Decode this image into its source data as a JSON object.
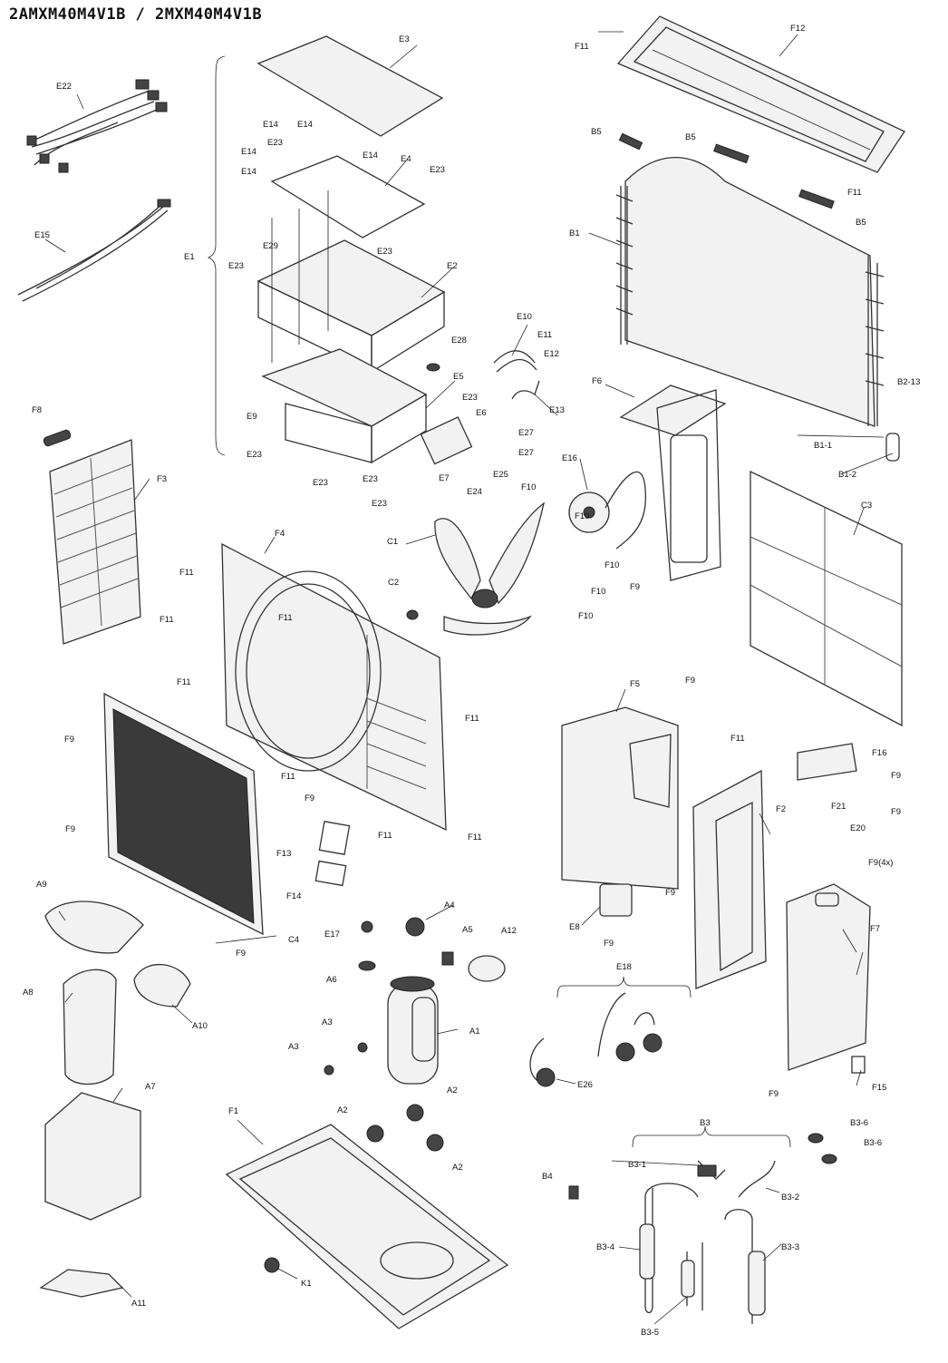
{
  "title": "2AMXM40M4V1B / 2MXM40M4V1B",
  "parts": [
    "E22",
    "E15",
    "E1",
    "E3",
    "E14",
    "E14",
    "E23",
    "E14",
    "E14",
    "E14",
    "E4",
    "E23",
    "E29",
    "E23",
    "E23",
    "E2",
    "E9",
    "E23",
    "E23",
    "E23",
    "E5",
    "E28",
    "E10",
    "E11",
    "E12",
    "E13",
    "E6",
    "E27",
    "E27",
    "E25",
    "E23",
    "E7",
    "E24",
    "E23",
    "E16",
    "F11",
    "F12",
    "B5",
    "B5",
    "F11",
    "B5",
    "B1",
    "B2-13",
    "B1-1",
    "B1-2",
    "F6",
    "F8",
    "F3",
    "F11",
    "F11",
    "F4",
    "F11",
    "F11",
    "C1",
    "C2",
    "F10",
    "F10",
    "F10",
    "F10",
    "F10",
    "F9",
    "C3",
    "F9",
    "F11",
    "F11",
    "F11",
    "F9",
    "F9",
    "F13",
    "F14",
    "F11",
    "C4",
    "F9",
    "F5",
    "F9",
    "F11",
    "F16",
    "F9",
    "F9",
    "F2",
    "F21",
    "E20",
    "F9(4x)",
    "A9",
    "A8",
    "A10",
    "E17",
    "A4",
    "A5",
    "A12",
    "A6",
    "A3",
    "A3",
    "A1",
    "A7",
    "A2",
    "A2",
    "A2",
    "E8",
    "F9",
    "F9",
    "E18",
    "E26",
    "F7",
    "F9",
    "F15",
    "F1",
    "K1",
    "A11",
    "B4",
    "B3",
    "B3-6",
    "B3-6",
    "B3-1",
    "B3-2",
    "B3-4",
    "B3-3",
    "B3-5"
  ]
}
